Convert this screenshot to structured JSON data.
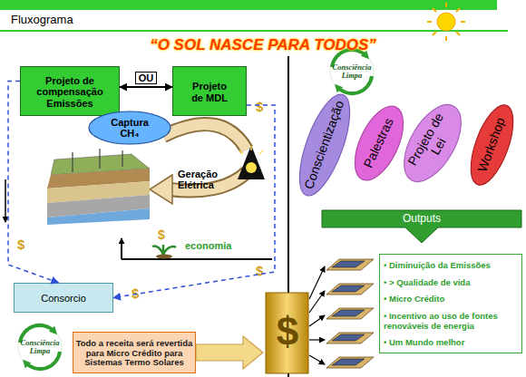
{
  "diagram": {
    "title": "“O SOL NASCE PARA TODOS”",
    "nodes": [
      {
        "text": [
          "Projeto de compensação Emissões"
        ]
      },
      {
        "text": [
          "Projeto de MDL"
        ]
      },
      {
        "text": [
          "Captura CH₄"
        ]
      },
      {
        "text": [
          "Conscientização"
        ]
      },
      {
        "text": [
          "Palestras"
        ]
      },
      {
        "text": [
          "Projeto de Lei"
        ]
      },
      {
        "text": [
          "Workshop"
        ]
      },
      {
        "text": [
          "Outputs"
        ]
      },
      {
        "text": [
          "• Diminuição da Emissões",
          "• > Qualidade de vida",
          "• Micro Crédito",
          "• Incentivo ao uso de fontes renováveis de energia",
          "• Um Mundo melhor"
        ]
      },
      {
        "text": [
          "Consorcio"
        ]
      },
      {
        "text": [
          "Todo a receita será revertida para Micro Crédito para Sistemas Termo Solares"
        ]
      }
    ],
    "edges": [
      {
        "from": 0,
        "to": 1,
        "label": "OU",
        "arrow": "both"
      },
      {
        "from": 0,
        "to": 9,
        "arrow": "to"
      },
      {
        "from": 1,
        "to": 9,
        "arrow": "to"
      }
    ],
    "labels": [
      "Fluxograma",
      "Geração Elétrica",
      "economia",
      "Consciência Limpa",
      "Consciência Limpa",
      "$",
      "$",
      "$",
      "$",
      "$",
      "$"
    ]
  }
}
